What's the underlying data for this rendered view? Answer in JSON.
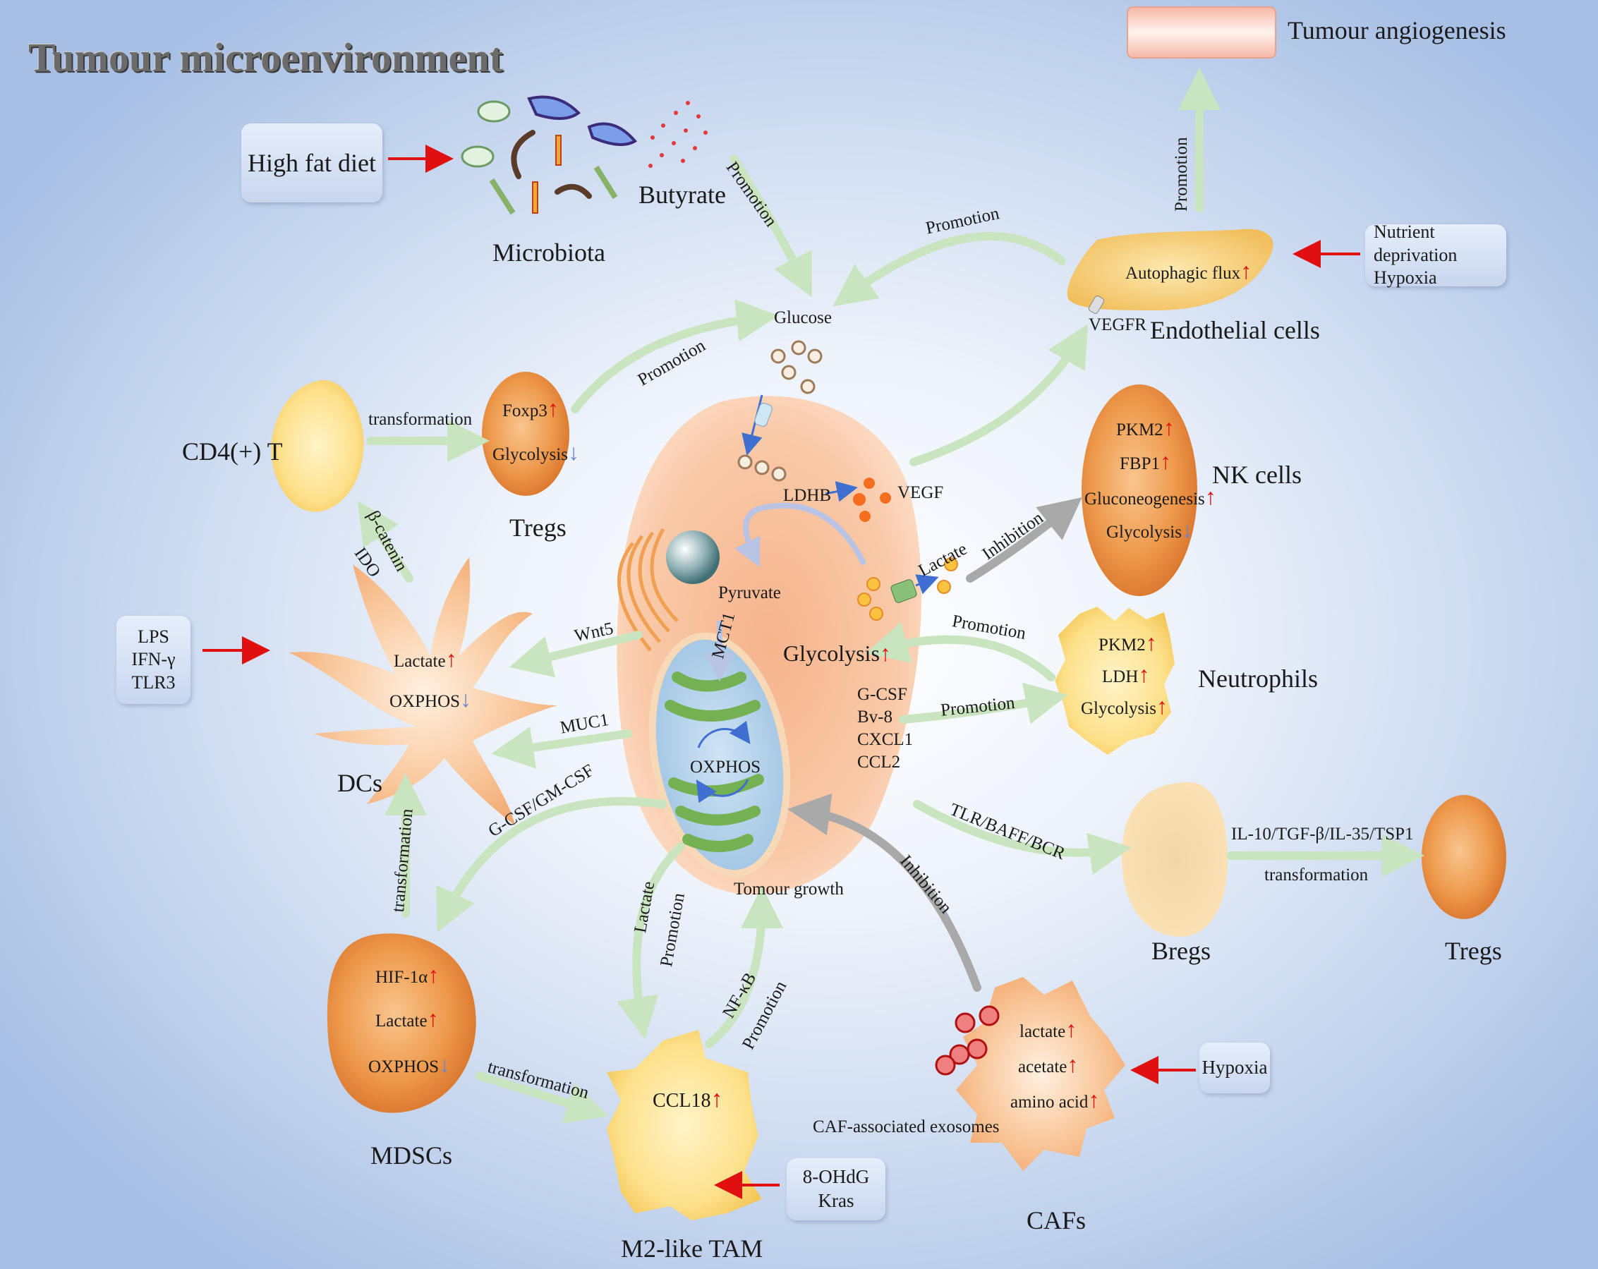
{
  "title": "Tumour microenvironment",
  "inputs": {
    "high_fat_diet": "High fat diet",
    "lps_box": [
      "LPS",
      "IFN-γ",
      "TLR3"
    ],
    "nutrient_box": [
      "Nutrient deprivation",
      "Hypoxia"
    ],
    "hypoxia_box": "Hypoxia",
    "tam_box": [
      "8-OHdG",
      "Kras"
    ]
  },
  "labels": {
    "microbiota": "Microbiota",
    "butyrate": "Butyrate",
    "tumour_angiogenesis": "Tumour angiogenesis",
    "endothelial_cells": "Endothelial cells",
    "vegfr": "VEGFR",
    "autophagic_flux": "Autophagic flux",
    "glucose": "Glucose",
    "ldhb": "LDHB",
    "vegf": "VEGF",
    "pyruvate": "Pyruvate",
    "mct1": "MCT1",
    "oxphos_center": "OXPHOS",
    "glycolysis_center": "Glycolysis",
    "lactate_center": "Lactate",
    "tumour_growth": "Tomour growth",
    "secreted": [
      "G-CSF",
      "Bv-8",
      "CXCL1",
      "CCL2"
    ],
    "cd4t": "CD4(+) T",
    "tregs": "Tregs",
    "tregs2": "Tregs",
    "dcs": "DCs",
    "mdscs": "MDSCs",
    "m2_tam": "M2-like TAM",
    "cafs": "CAFs",
    "caf_exosomes": "CAF-associated exosomes",
    "nk_cells": "NK cells",
    "neutrophils": "Neutrophils",
    "bregs": "Bregs"
  },
  "cell_markers": {
    "tregs": [
      {
        "text": "Foxp3",
        "dir": "up"
      },
      {
        "text": "Glycolysis",
        "dir": "down"
      }
    ],
    "dcs": [
      {
        "text": "Lactate",
        "dir": "up"
      },
      {
        "text": "OXPHOS",
        "dir": "down"
      }
    ],
    "mdscs": [
      {
        "text": "HIF-1α",
        "dir": "up"
      },
      {
        "text": "Lactate",
        "dir": "up"
      },
      {
        "text": "OXPHOS",
        "dir": "down"
      }
    ],
    "tam": [
      {
        "text": "CCL18",
        "dir": "up"
      }
    ],
    "cafs": [
      {
        "text": "lactate",
        "dir": "up"
      },
      {
        "text": "acetate",
        "dir": "up"
      },
      {
        "text": "amino acid",
        "dir": "up"
      }
    ],
    "nk": [
      {
        "text": "PKM2",
        "dir": "up"
      },
      {
        "text": "FBP1",
        "dir": "up"
      },
      {
        "text": "Gluconeogenesis",
        "dir": "up"
      },
      {
        "text": "Glycolysis",
        "dir": "down"
      }
    ],
    "neutrophils": [
      {
        "text": "PKM2",
        "dir": "up"
      },
      {
        "text": "LDH",
        "dir": "up"
      },
      {
        "text": "Glycolysis",
        "dir": "up"
      }
    ]
  },
  "arrows": {
    "promotion": "Promotion",
    "inhibition": "Inhibition",
    "transformation": "transformation",
    "beta_catenin": "β-catenin",
    "ido": "IDO",
    "wnt5": "Wnt5",
    "muc1": "MUC1",
    "gcsf_gmcsf": "G-CSF/GM-CSF",
    "lactate": "Lactate",
    "nfkb": "NF-κB",
    "tlr_baff_bcr": "TLR/BAFF/BCR",
    "il10": "IL-10/TGF-β/IL-35/TSP1"
  }
}
